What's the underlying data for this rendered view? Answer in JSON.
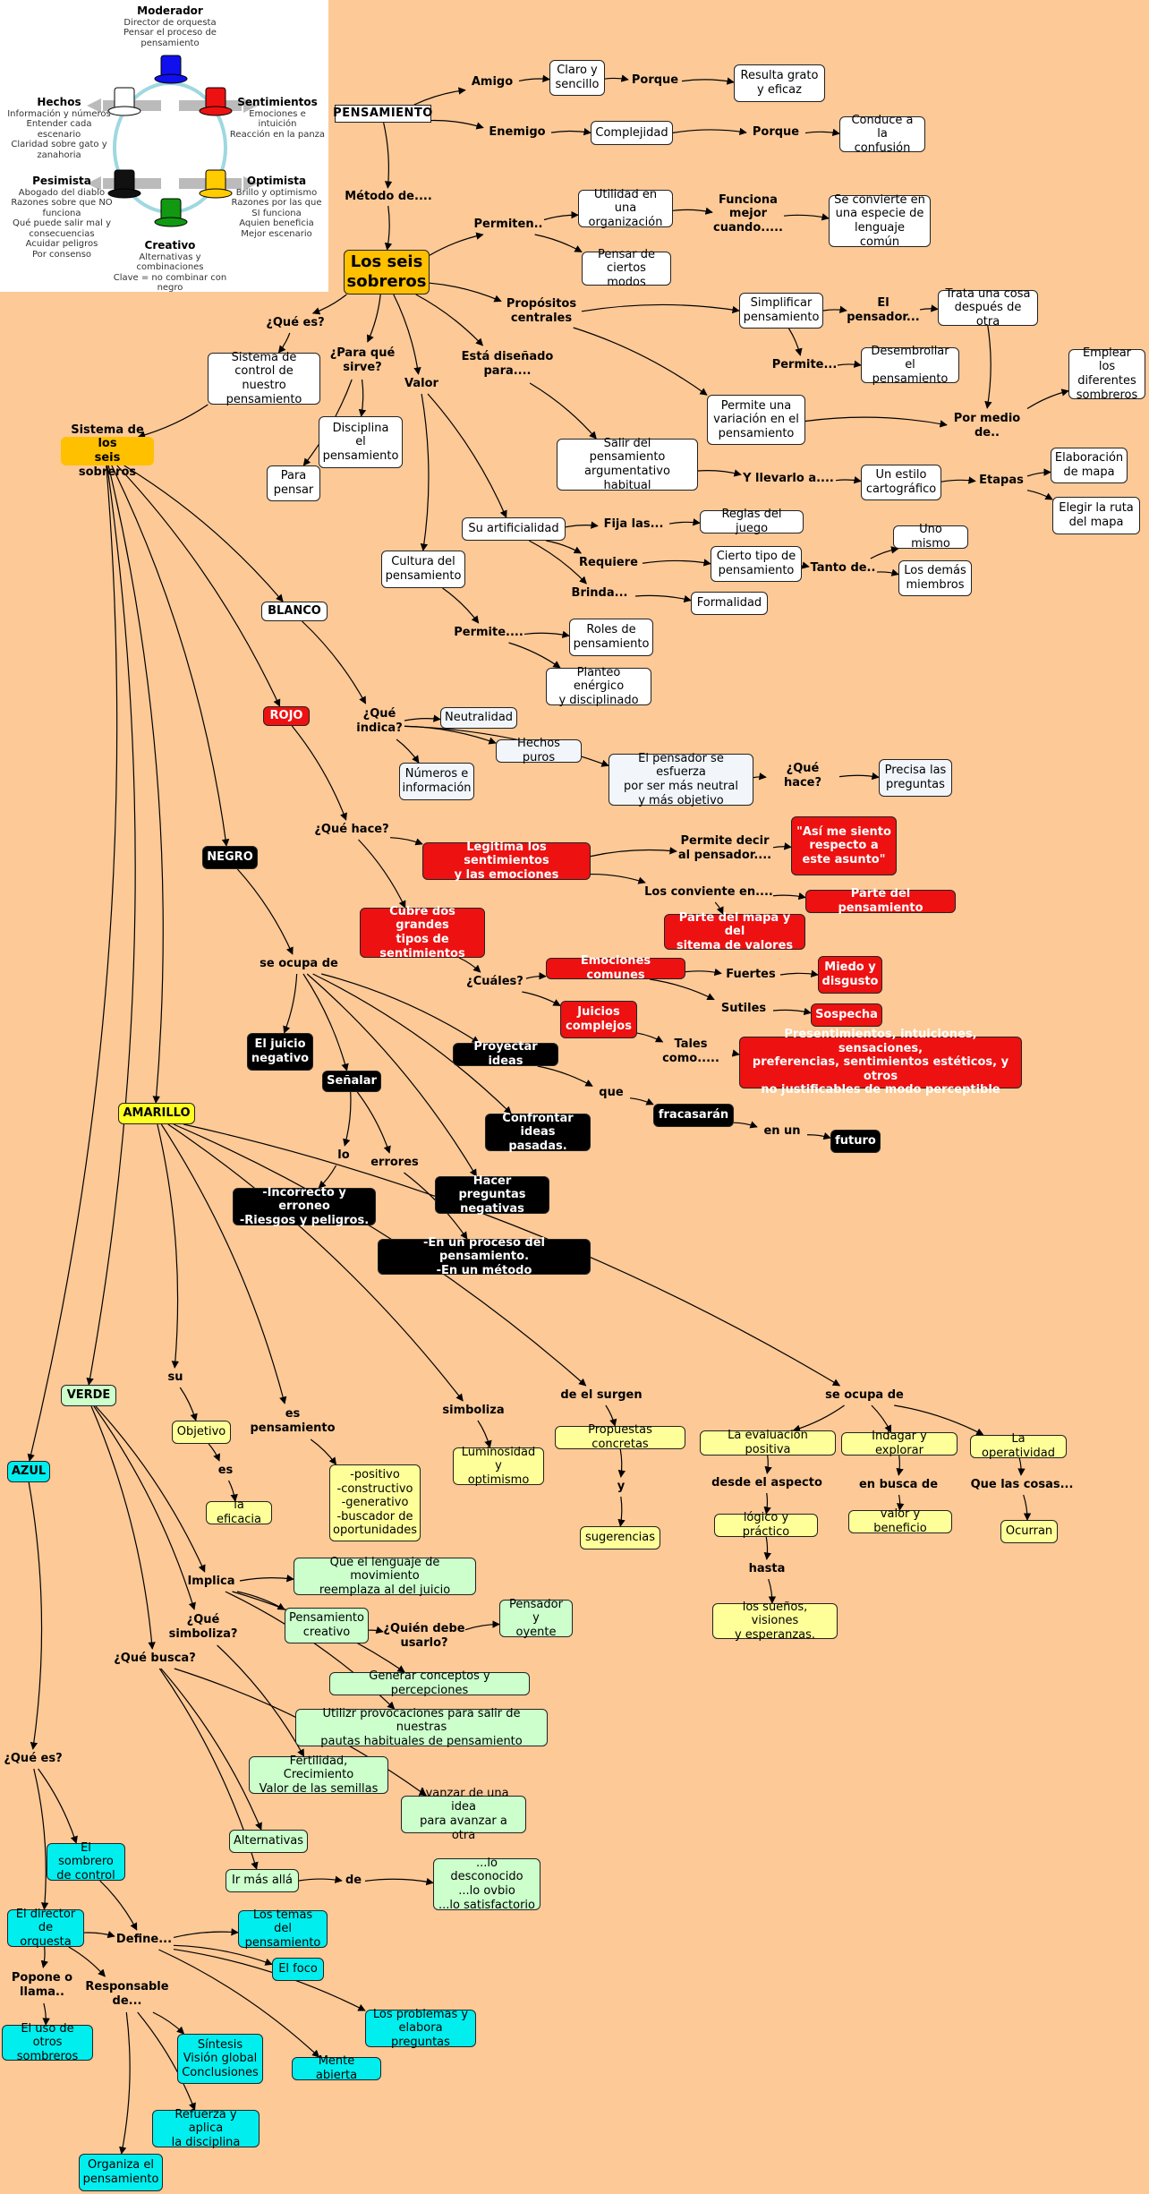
{
  "legend": {
    "moderador": {
      "title": "Moderador",
      "sub": "Director de orquesta",
      "desc": "Pensar el proceso de pensamiento"
    },
    "hechos": {
      "title": "Hechos",
      "sub": "Información y números",
      "desc": "Entender cada escenario\nClaridad sobre gato y zanahoria"
    },
    "sentimientos": {
      "title": "Sentimientos",
      "sub": "Emociones e intuición",
      "desc": "Reacción en la panza"
    },
    "pesimista": {
      "title": "Pesimista",
      "sub": "Abogado del diablo",
      "desc": "Razones sobre que NO funciona\nQué puede salir mal y consecuencias\nAcuidar peligros\nPor consenso"
    },
    "optimista": {
      "title": "Optimista",
      "sub": "Brillo y optimismo",
      "desc": "Razones por las que SI funciona\nAquien beneficia\nMejor escenario"
    },
    "creativo": {
      "title": "Creativo",
      "sub": "Alternativas y combinaciones",
      "desc": "Clave = no combinar con negro"
    },
    "hat_colors": [
      "#1010ee",
      "#ffffff",
      "#ee1111",
      "#111111",
      "#ffcc00",
      "#119911"
    ]
  },
  "nodes": {
    "pensamiento": "PENSAMIENTO",
    "amigo": "Amigo",
    "claro": "Claro y\nsencillo",
    "porque1": "Porque",
    "resulta": "Resulta grato\ny eficaz",
    "enemigo": "Enemigo",
    "complejidad": "Complejidad",
    "porque2": "Porque",
    "conduce": "Conduce a la\nconfusión",
    "metodo": "Método de....",
    "seis": "Los seis\nsobreros",
    "permiten": "Permiten..",
    "utilidad": "Utilidad en una\norganización",
    "funciona": "Funciona\nmejor\ncuando.....",
    "convierte": "Se convierte en\nuna especie de\nlenguaje común",
    "pensar_modos": "Pensar de\nciertos modos",
    "proposito": "Propósitos\ncentrales",
    "simplificar": "Simplificar\npensamiento",
    "el_pensador": "El\npensador...",
    "trata": "Trata una cosa\ndespués de otra",
    "permite2": "Permite...",
    "desembrollar": "Desembrollar\nel pensamiento",
    "permite_var": "Permite una\nvariación en el\npensamiento",
    "por_medio": "Por medio\nde..",
    "emplear": "Emplear los\ndiferentes\nsombreros",
    "que_es1": "¿Qué es?",
    "sistema_control": "Sistema de\ncontrol de nuestro\npensamiento",
    "para_que": "¿Para qué\nsirve?",
    "disciplina": "Disciplina\nel\npensamiento",
    "para_pensar": "Para\npensar",
    "valor": "Valor",
    "esta_disenado": "Está diseñado\npara....",
    "salir": "Salir del\npensamiento\nargumentativo habitual",
    "y_llevarlo": "Y llevarlo a....",
    "estilo": "Un estilo\ncartográfico",
    "etapas": "Etapas",
    "elaboracion": "Elaboración\nde mapa",
    "elegir": "Elegir la ruta\ndel mapa",
    "su_artificialidad": "Su artificialidad",
    "fija": "Fija las...",
    "reglas": "Reglas del juego",
    "requiere": "Requiere",
    "cierto_tipo": "Cierto tipo de\npensamiento",
    "tanto": "Tanto de..",
    "uno_mismo": "Uno mismo",
    "los_demas": "Los demás\nmiembros",
    "brinda": "Brinda...",
    "formalidad": "Formalidad",
    "cultura": "Cultura del\npensamiento",
    "permite3": "Permite....",
    "roles": "Roles de\npensamiento",
    "planteo": "Planteo enérgico\ny disciplinado",
    "sistema_seis": "Sistema de los\nseis sobreros",
    "blanco": "BLANCO",
    "que_indica": "¿Qué\nindica?",
    "neutralidad": "Neutralidad",
    "hechos_puros": "Hechos puros",
    "numeros": "Números e\ninformación",
    "el_pensador_esfuerza": "El pensador se esfuerza\npor ser más neutral\ny más objetivo",
    "que_hace1": "¿Qué hace?",
    "precisa": "Precisa las\npreguntas",
    "rojo": "ROJO",
    "que_hace2": "¿Qué hace?",
    "legitima": "Legitima los sentimientos\ny las emociones",
    "permite_decir": "Permite decir\nal pensador....",
    "asi_me": "\"Así me siento\nrespecto a\neste asunto\"",
    "los_conviente": "Los conviente en....",
    "parte_pens": "Parte del pensamiento",
    "parte_mapa": "Parte del mapa y del\nsitema de valores",
    "cubre": "Cubre dos grandes\ntipos de\nsentimientos",
    "cuales": "¿Cuáles?",
    "emociones": "Emociones comunes",
    "fuertes": "Fuertes",
    "miedo": "Miedo y\ndisgusto",
    "sutiles": "Sutiles",
    "sospecha": "Sospecha",
    "juicios": "Juicios\ncomplejos",
    "tales": "Tales como.....",
    "presentimientos": "Presentimientos, intuiciones, sensaciones,\npreferencias, sentimientos estéticos, y otros\nno justificables de modo perceptible",
    "negro": "NEGRO",
    "se_ocupa1": "se ocupa de",
    "juicio_neg": "El juicio\nnegativo",
    "proyectar": "Proyectar ideas",
    "que": "que",
    "fracasaran": "fracasarán",
    "en_un": "en un",
    "futuro": "futuro",
    "senalar": "Señalar",
    "lo": "lo",
    "errores": "errores",
    "incorrecto": "-Incorrecto y erroneo\n-Riesgos y peligros.",
    "proceso": "-En un proceso del pensamiento.\n-En un método",
    "confrontar": "Confrontar\nideas pasadas.",
    "hacer_preg": "Hacer preguntas\nnegativas",
    "amarillo": "AMARILLO",
    "su": "su",
    "objetivo": "Objetivo",
    "es": "es",
    "eficacia": "la eficacia",
    "es_pensamiento": "es\npensamiento",
    "positivo": "-positivo\n-constructivo\n-generativo\n-buscador de\noportunidades",
    "simboliza": "simboliza",
    "luminosidad": "Luminosidad y\noptimismo",
    "de_el_surgen": "de el surgen",
    "propuestas": "Propuestas concretas",
    "y": "y",
    "sugerencias": "sugerencias",
    "se_ocupa2": "se ocupa de",
    "evaluacion": "La evaluación positiva",
    "desde": "desde el aspecto",
    "logico": "lógico y práctico",
    "hasta": "hasta",
    "suenos": "los sueños, visiones\ny esperanzas.",
    "indagar": "Indagar y explorar",
    "en_busca": "en busca de",
    "valor_beneficio": "valor y beneficio",
    "operatividad": "La operatividad",
    "que_las_cosas": "Que las cosas...",
    "ocurran": "Ocurran",
    "verde": "VERDE",
    "implica": "Implica",
    "que_lenguaje": "Que el lenguaje de movimiento\nreemplaza al del juicio",
    "pens_creativo": "Pensamiento\ncreativo",
    "quien_debe": "¿Quién debe\nusarlo?",
    "pensador_oyente": "Pensador y\noyente",
    "que_simboliza": "¿Qué\nsimboliza?",
    "generar": "Generar conceptos y percepciones",
    "utilizr": "Utilizr provocaciones para salir de nuestras\npautas habituales de pensamiento",
    "que_busca": "¿Qué busca?",
    "fertilidad": "Fertilidad, Crecimiento\nValor de las semillas",
    "avanzar": "Avanzar de una idea\npara avanzar a otra",
    "alternativas": "Alternativas",
    "ir_mas": "Ir más allá",
    "de": "de",
    "desconocido": "...lo desconocido\n...lo ovbio\n...lo satisfactorio",
    "azul": "AZUL",
    "que_es2": "¿Qué es?",
    "sombrero_control": "El sombrero\nde control",
    "director": "El director\nde orquesta",
    "define": "Define...",
    "temas": "Los temas del\npensamiento",
    "foco": "El foco",
    "problemas": "Los problemas y\nelabora preguntas",
    "mente": "Mente abierta",
    "popone": "Popone o\nllama..",
    "uso": "El uso de otros\nsombreros",
    "responsable": "Responsable\nde...",
    "sintesis": "Síntesis\nVisión global\nConclusiones",
    "refuerza": "Refuerza y aplica\nla disciplina",
    "organiza": "Organiza el\npensamiento"
  },
  "colors": {
    "background": "#fcc997",
    "red": "#ee1111",
    "black": "#000000",
    "yellow": "#ffff99",
    "green": "#ccffcc",
    "cyan": "#00eeee",
    "orange": "#ffc000"
  }
}
